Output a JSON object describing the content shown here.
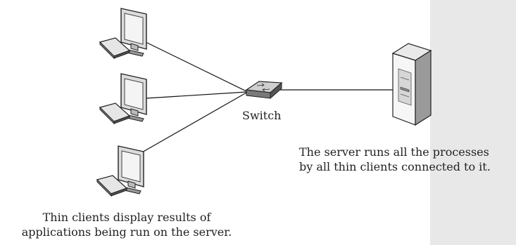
{
  "diagram": {
    "switch_label": "Switch",
    "server_caption": {
      "line1": "The server runs all the processes",
      "line2": "by all thin clients connected to it."
    },
    "clients_caption": {
      "line1": "Thin clients display results of",
      "line2": "applications being run on the server."
    }
  },
  "colors": {
    "sidebar": "#e8e8e8",
    "line": "#111111"
  }
}
